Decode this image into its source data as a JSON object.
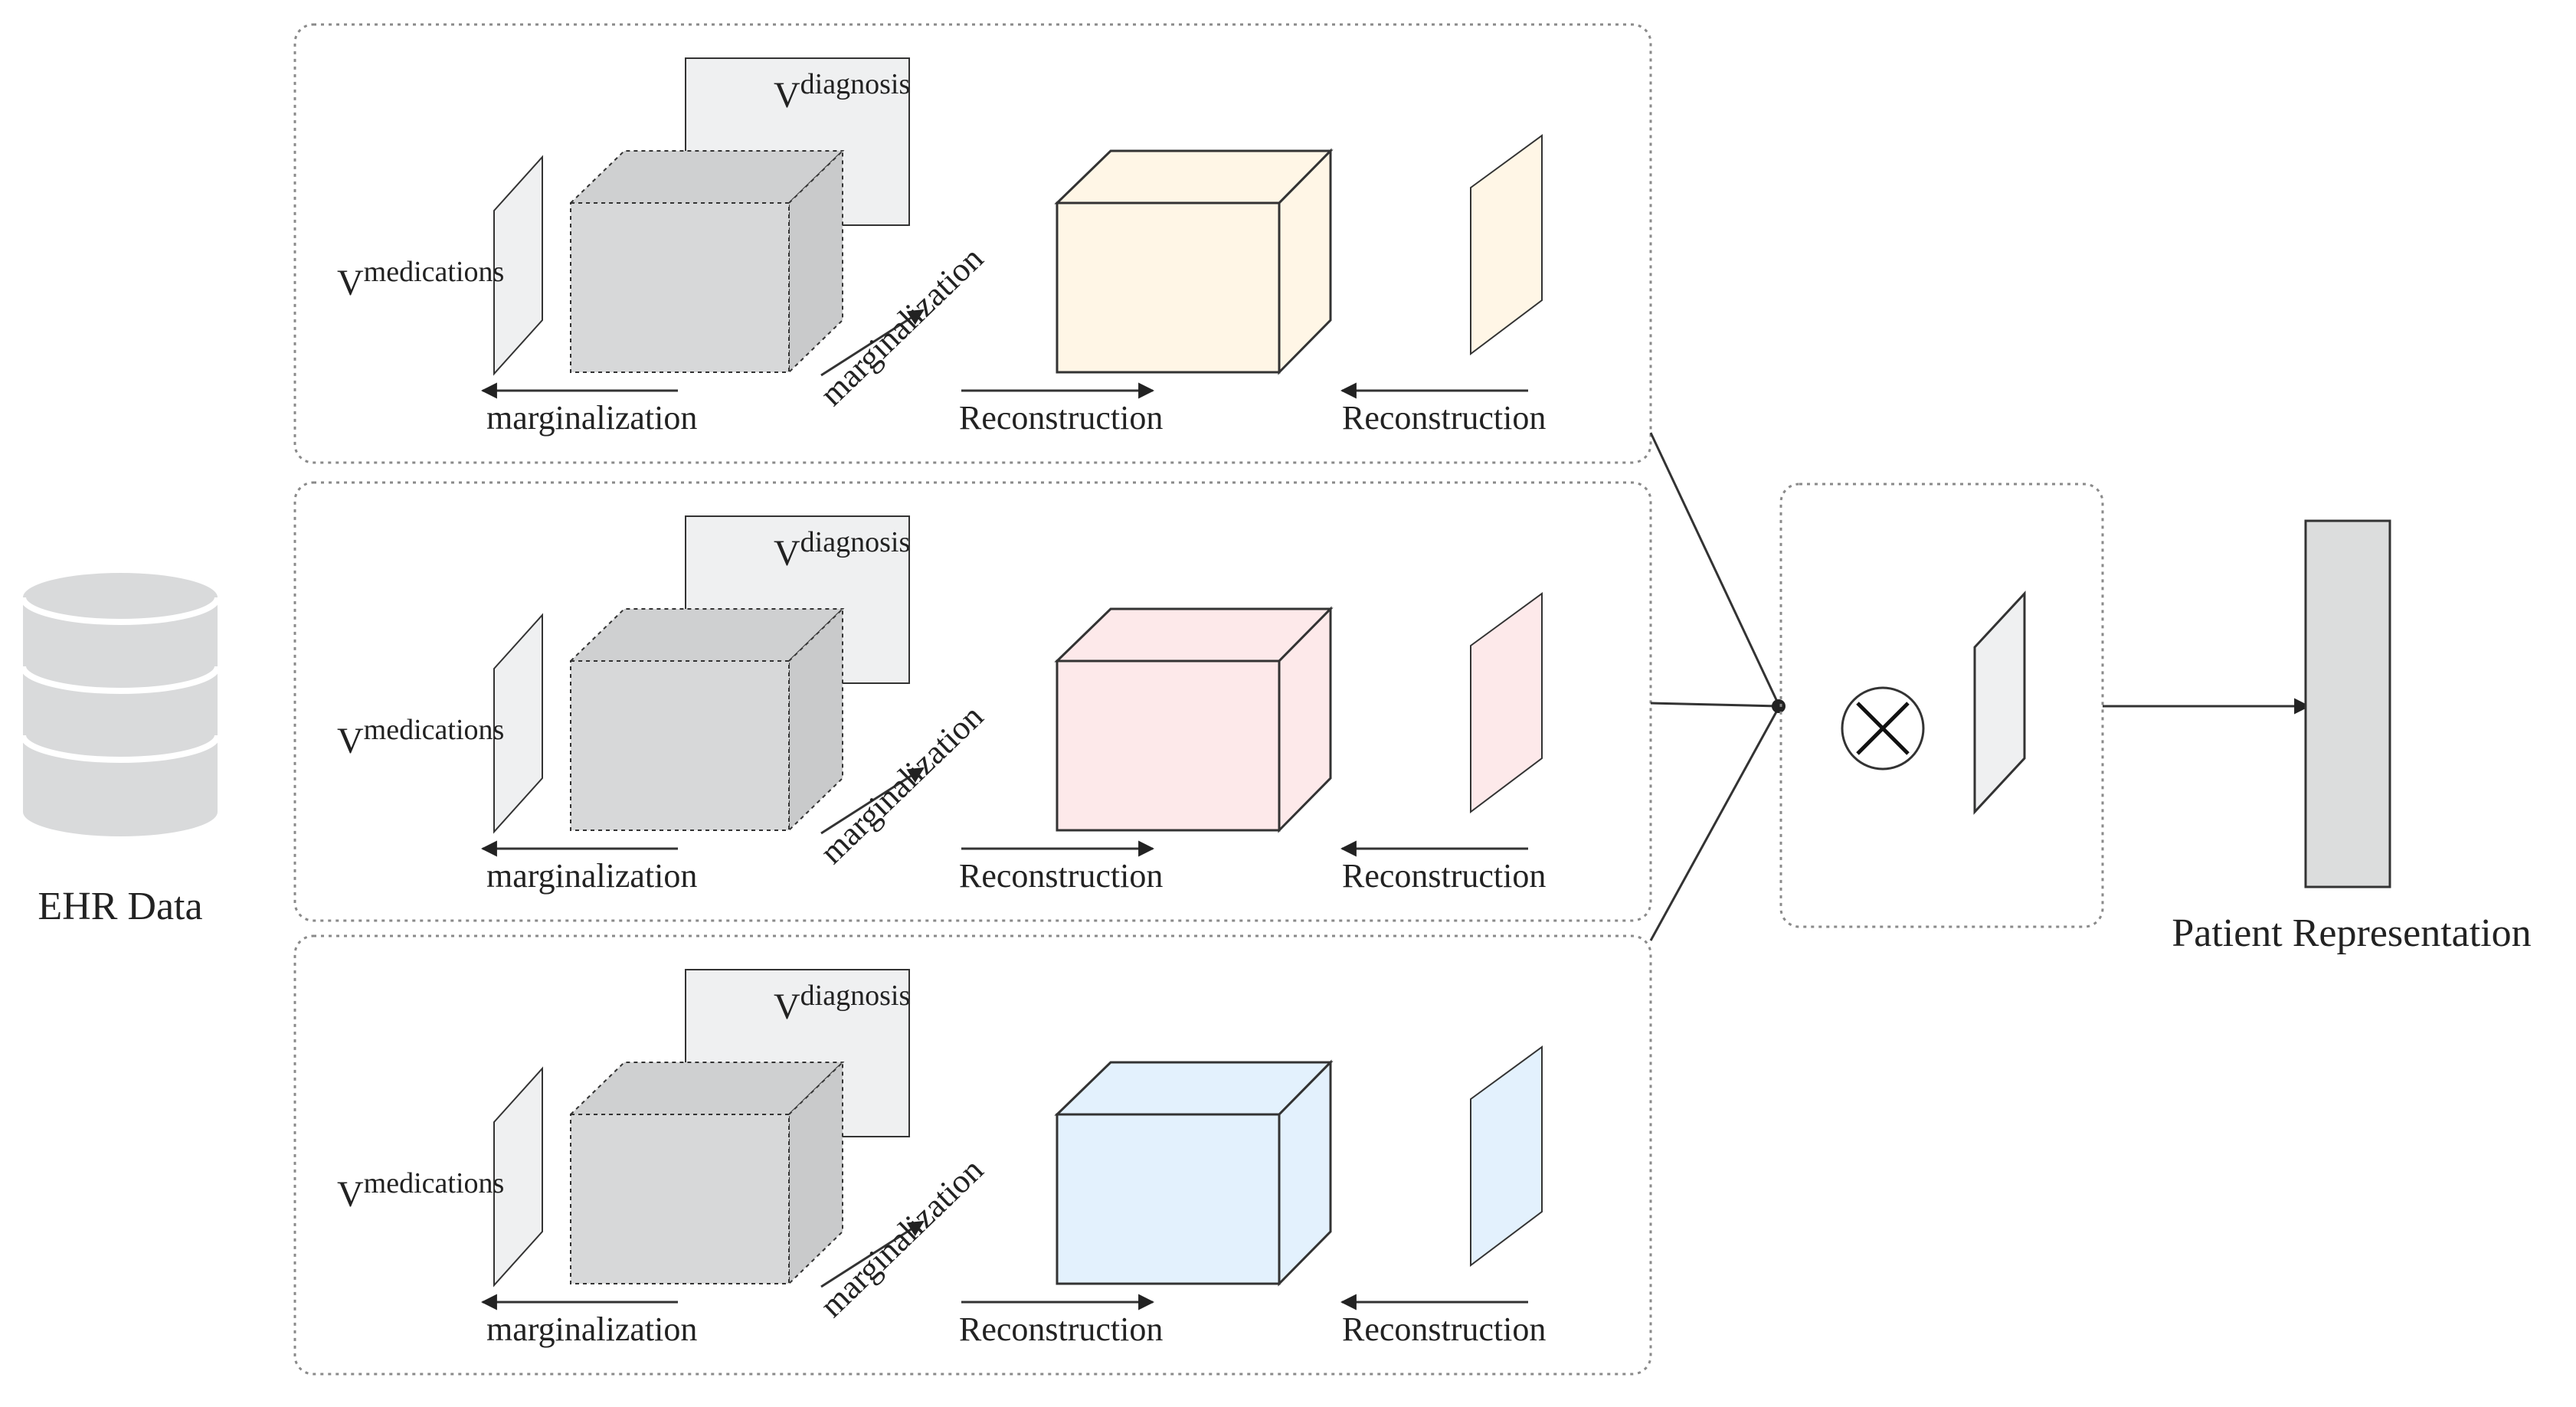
{
  "source": {
    "label": "EHR Data",
    "icon": "database-icon",
    "color": "#d9dadb"
  },
  "output": {
    "label": "Patient Representation",
    "color": "#dcdddd"
  },
  "fusion": {
    "operator_icon": "tensor-product-icon"
  },
  "panels": [
    {
      "id": "panel-1",
      "diagnosis_base": "V",
      "diagnosis_sup": "diagnosis",
      "medications_base": "V",
      "medications_sup": "medications",
      "marginalization_bottom": "marginalization",
      "marginalization_diag": "marginalization",
      "reconstruction_left": "Reconstruction",
      "reconstruction_right": "Reconstruction",
      "color": "#fff6e6"
    },
    {
      "id": "panel-2",
      "diagnosis_base": "V",
      "diagnosis_sup": "diagnosis",
      "medications_base": "V",
      "medications_sup": "medications",
      "marginalization_bottom": "marginalization",
      "marginalization_diag": "marginalization",
      "reconstruction_left": "Reconstruction",
      "reconstruction_right": "Reconstruction",
      "color": "#fde9ea"
    },
    {
      "id": "panel-3",
      "diagnosis_base": "V",
      "diagnosis_sup": "diagnosis",
      "medications_base": "V",
      "medications_sup": "medications",
      "marginalization_bottom": "marginalization",
      "marginalization_diag": "marginalization",
      "reconstruction_left": "Reconstruction",
      "reconstruction_right": "Reconstruction",
      "color": "#e3f1fd"
    }
  ],
  "colors": {
    "stroke": "#333333",
    "dotted_border": "#8a8a8a",
    "gray_cube": "#d7d8d9",
    "light_panel": "#eff0f1"
  }
}
